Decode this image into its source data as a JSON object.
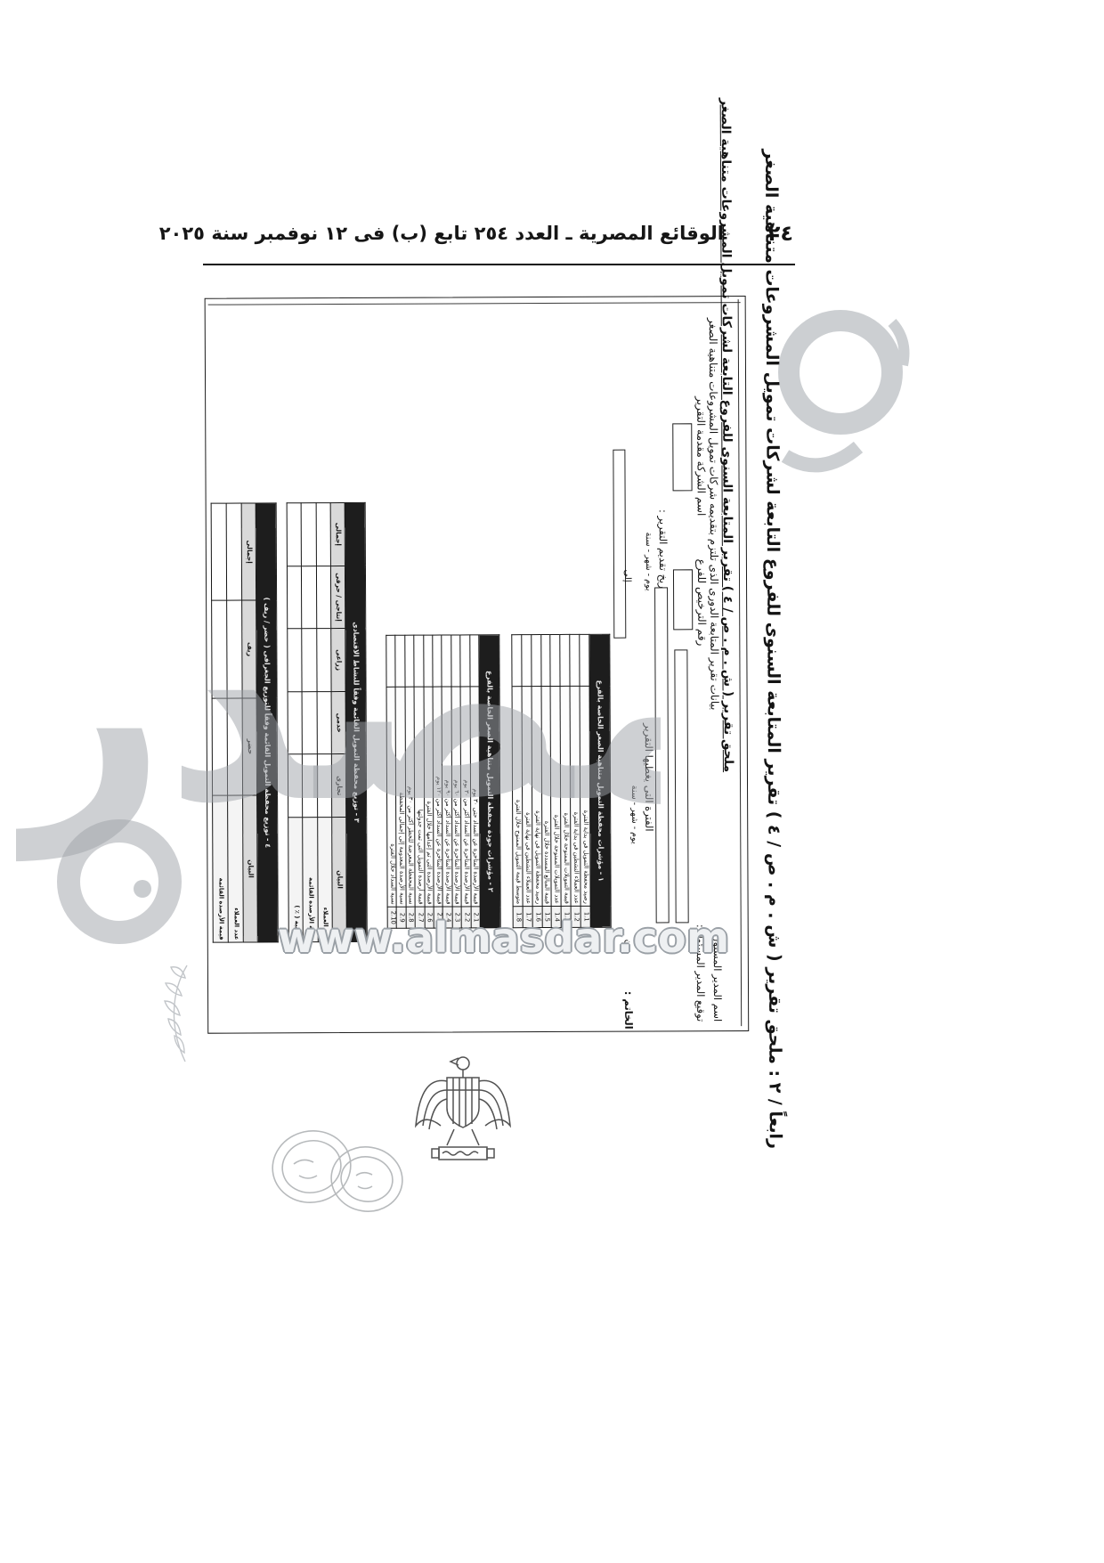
{
  "page_header": {
    "gazette_title": "الوقائع المصرية ـ العدد ٢٥٤ تابع (ب) فى ١٢ نوفمبر سنة ٢٠٢٥",
    "page_number": "٢٤"
  },
  "margin_caption": "رابعاً / ٢ : ملحق تقرير ( ش . م . ص / ٤ ) تقرير المتابعة السنوى للفروع التابعة لشركات تمويل المشروعات متناهية الصغر",
  "watermark": {
    "logo_text": "المصدر",
    "site_url": "www.almasdar.com"
  },
  "form": {
    "title": "ملحق تقرير ( ش . م . ص / ٤ ) تقرير المتابعة السنوى للفروع التابعة لشركات تمويل المشروعات متناهية الصغر",
    "subtitle": "بيانات تقرير المتابعة الدورى الذى تلتزم بتقديمه شركات تمويل المشروعات متناهية الصغر",
    "fields": {
      "company_name_label": "اسم الشركة مقدمة التقرير",
      "license_label": "رقم الترخيص للفرع",
      "submit_date_label": "تاريخ تقديم التقرير :",
      "date_format": "يوم - شهر - سنة",
      "period_label": "الفترة التى يغطيها التقرير",
      "from_label": "من",
      "to_label": "إلى",
      "manager_name_label": "اسم المدير المسئول :",
      "manager_sign_label": "توقيع المدير المسئول :",
      "stamp_label": "الخاتم :"
    },
    "table_portfolio": {
      "title": "١ - مؤشرات محفظة التمويل متناهية الصغر الخاصة بالفرع",
      "rows": [
        {
          "no": "1.1",
          "label": "رصيد محفظة التمويل فى بداية الفترة"
        },
        {
          "no": "1.2",
          "label": "عدد العملاء النشطين فى بداية الفترة"
        },
        {
          "no": "1.3",
          "label": "قيمة التمويلات الممنوحة خلال الفترة"
        },
        {
          "no": "1.4",
          "label": "عدد التمويلات الممنوحة خلال الفترة"
        },
        {
          "no": "1.5",
          "label": "قيمة المبالغ المسددة خلال الفترة"
        },
        {
          "no": "1.6",
          "label": "رصيد محفظة التمويل فى نهاية الفترة"
        },
        {
          "no": "1.7",
          "label": "عدد العملاء النشطين فى نهاية الفترة"
        },
        {
          "no": "1.8",
          "label": "متوسط قيمة التمويل الممنوح خلال الفترة"
        }
      ]
    },
    "table_quality": {
      "title": "٢ - مؤشرات جودة محفظة التمويل متناهية الصغر الخاصة بالفرع",
      "rows": [
        {
          "no": "2.1",
          "label": "قيمة الأرصدة المتأخرة عن السداد حتى ٣٠ يوم"
        },
        {
          "no": "2.2",
          "label": "قيمة الأرصدة المتأخرة عن السداد أكثر من ٣٠ يوم"
        },
        {
          "no": "2.3",
          "label": "قيمة الأرصدة المتأخرة عن السداد أكثر من ٦٠ يوم"
        },
        {
          "no": "2.4",
          "label": "قيمة الأرصدة المتأخرة عن السداد أكثر من ٩٠ يوم"
        },
        {
          "no": "2.5",
          "label": "قيمة الأرصدة المتأخرة عن السداد أكثر من ١٢٠ يوم"
        },
        {
          "no": "2.6",
          "label": "قيمة الأرصدة التى تم إعدامها خلال الفترة"
        },
        {
          "no": "2.7",
          "label": "قيمة أرصدة التمويل التى تمت جدولتها"
        },
        {
          "no": "2.8",
          "label": "نسبة المحفظة المعرضة للخطر أكثر من ٣٠ يوم"
        },
        {
          "no": "2.9",
          "label": "نسبة الأرصدة المعدومة إلى إجمالى المحفظة"
        },
        {
          "no": "2.10",
          "label": "نسبة السداد خلال الفترة"
        }
      ]
    },
    "table_activity": {
      "title": "٣ - توزيع محفظة التمويل القائمة وفقاً للنشاط الاقتصادى",
      "columns": [
        "البيان",
        "تجارى",
        "خدمى",
        "زراعى",
        "إنتاجى / حرفى",
        "إجمالى"
      ],
      "rows": [
        "عدد العملاء",
        "قيمة الأرصدة القائمة",
        "النسبة ( ٪ )"
      ]
    },
    "table_geography": {
      "title": "٤ - توزيع محفظة التمويل القائمة وفقاً للتوزيع الجغرافى ( حضر / ريف )",
      "columns": [
        "البيان",
        "حضر",
        "ريف",
        "إجمالى"
      ],
      "rows": [
        "عدد العملاء",
        "قيمة الأرصدة القائمة"
      ]
    }
  }
}
